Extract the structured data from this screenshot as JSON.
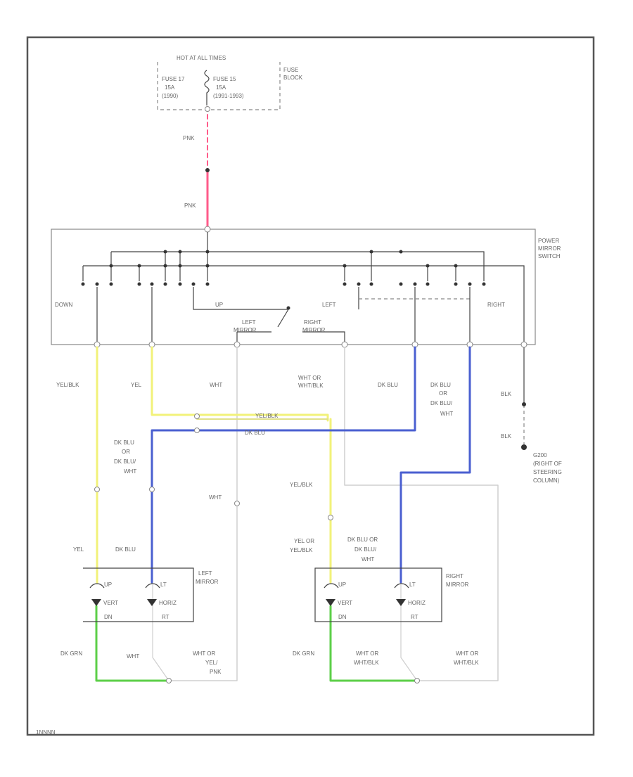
{
  "colors": {
    "pink": "#ff5b8a",
    "yellow": "#f2f279",
    "yellow_pale": "#e0e08a",
    "blue": "#4a5fd0",
    "green": "#5ccf48",
    "white_wire": "#cfcfcf",
    "black": "#333333"
  },
  "fuse_block": {
    "header": "HOT AT ALL TIMES",
    "fuse_a_1": "FUSE 17",
    "fuse_a_2": "15A",
    "fuse_a_3": "(1990)",
    "fuse_b_1": "FUSE 15",
    "fuse_b_2": "15A",
    "fuse_b_3": "(1991-1993)",
    "label_1": "FUSE",
    "label_2": "BLOCK"
  },
  "switch": {
    "name_1": "POWER",
    "name_2": "MIRROR",
    "name_3": "SWITCH",
    "down": "DOWN",
    "up": "UP",
    "left": "LEFT",
    "right": "RIGHT",
    "left_mirror_1": "LEFT",
    "left_mirror_2": "MIRROR",
    "right_mirror_1": "RIGHT",
    "right_mirror_2": "MIRROR"
  },
  "wires": {
    "pnk_top": "PNK",
    "pnk_bottom": "PNK",
    "yel_blk_1": "YEL/BLK",
    "yel_1": "YEL",
    "wht_1": "WHT",
    "wht_or_1": "WHT OR",
    "wht_blk_1": "WHT/BLK",
    "dk_blu_1": "DK BLU",
    "dk_blu_or_1": "DK BLU",
    "dk_blu_or_2": "OR",
    "dk_blu_or_3": "DK BLU/",
    "dk_blu_or_4": "WHT",
    "blk_1": "BLK",
    "blk_2": "BLK",
    "yel_blk_cross": "YEL/BLK",
    "dk_blu_cross": "DK BLU",
    "dk_blu_or_l1": "DK BLU",
    "dk_blu_or_l2": "OR",
    "dk_blu_or_l3": "DK BLU/",
    "dk_blu_or_l4": "WHT",
    "wht_mid": "WHT",
    "yel_blk_mid": "YEL/BLK",
    "yel_l": "YEL",
    "dk_blu_l": "DK BLU",
    "yel_or_1": "YEL OR",
    "yel_or_2": "YEL/BLK",
    "dk_blu_or_r1": "DK BLU OR",
    "dk_blu_or_r2": "DK BLU/",
    "dk_blu_or_r3": "WHT",
    "dk_grn_l": "DK GRN",
    "wht_l": "WHT",
    "wht_or_yel_1": "WHT OR",
    "wht_or_yel_2": "YEL/",
    "wht_or_yel_3": "PNK",
    "dk_grn_r": "DK GRN",
    "wht_or_blk_r1_1": "WHT OR",
    "wht_or_blk_r1_2": "WHT/BLK",
    "wht_or_blk_r2_1": "WHT OR",
    "wht_or_blk_r2_2": "WHT/BLK"
  },
  "ground": {
    "label_1": "G200",
    "label_2": "(RIGHT OF",
    "label_3": "STEERING",
    "label_4": "COLUMN)"
  },
  "left_mirror": {
    "name_1": "LEFT",
    "name_2": "MIRROR",
    "up": "UP",
    "lt": "LT",
    "vert": "VERT",
    "horiz": "HORIZ",
    "dn": "DN",
    "rt": "RT"
  },
  "right_mirror": {
    "name_1": "RIGHT",
    "name_2": "MIRROR",
    "up": "UP",
    "lt": "LT",
    "vert": "VERT",
    "horiz": "HORIZ",
    "dn": "DN",
    "rt": "RT"
  },
  "footer_id": "1NNNN"
}
